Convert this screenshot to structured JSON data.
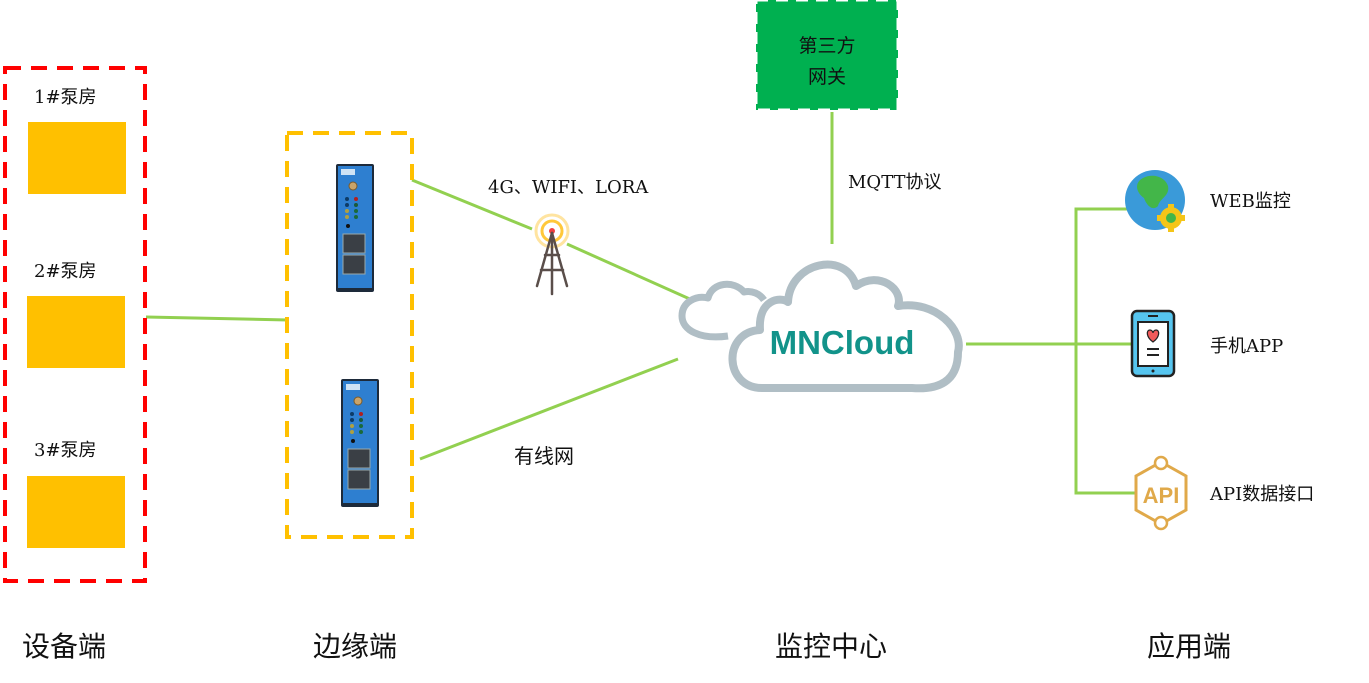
{
  "colors": {
    "link_green": "#92d050",
    "device_zone_border": "#ff0000",
    "edge_zone_border": "#ffc000",
    "pump_fill": "#ffc000",
    "gateway_fill": "#00b050",
    "cloud_stroke": "#b0bec5",
    "cloud_text": "#12938a",
    "device_blue": "#2e7fd0",
    "api_gold": "#e0a94a"
  },
  "device_zone": {
    "pump_rooms": [
      {
        "label": "1#泵房"
      },
      {
        "label": "2#泵房"
      },
      {
        "label": "3#泵房"
      }
    ]
  },
  "edge_zone": {
    "gateways": [
      {
        "id": "gateway-1"
      },
      {
        "id": "gateway-2"
      }
    ]
  },
  "links": {
    "wireless_label": "4G、WIFI、LORA",
    "wired_label": "有线网",
    "mqtt_label": "MQTT协议"
  },
  "third_party": {
    "line1": "第三方",
    "line2": "网关"
  },
  "cloud": {
    "name": "MNCloud"
  },
  "applications": [
    {
      "label": "WEB监控",
      "icon": "globe-gear-icon"
    },
    {
      "label": "手机APP",
      "icon": "mobile-phone-icon"
    },
    {
      "label": "API数据接口",
      "icon": "api-hexagon-icon"
    }
  ],
  "tiers": [
    {
      "label": "设备端"
    },
    {
      "label": "边缘端"
    },
    {
      "label": "监控中心"
    },
    {
      "label": "应用端"
    }
  ]
}
